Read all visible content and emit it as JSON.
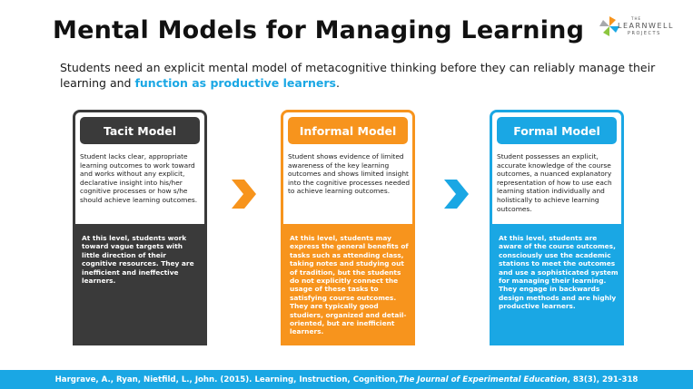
{
  "title": "Mental Models for Managing Learning",
  "logo": {
    "the": "THE",
    "name": "LEARNWELL",
    "sub": "PROJECTS",
    "icon": "pinwheel-logo-icon",
    "colors": [
      "#f7941d",
      "#1aa7e4",
      "#8dc63f",
      "#a7a9ac"
    ]
  },
  "intro": {
    "text": "Students need an explicit mental model of metacognitive thinking before they can reliably manage their learning and ",
    "highlight": "function as productive learners",
    "end": "."
  },
  "models": [
    {
      "name": "Tacit Model",
      "description": "Student lacks clear, appropriate learning outcomes to work toward and works without any explicit, declarative insight into his/her cognitive processes or how s/he should achieve learning outcomes.",
      "detail": "At this level, students work toward vague targets with little direction of their cognitive resources. They are inefficient and ineffective learners.",
      "color": "#3a3a3a"
    },
    {
      "name": "Informal Model",
      "description": "Student shows evidence of limited awareness of the key learning outcomes and shows limited insight into the cognitive processes needed to achieve learning outcomes.",
      "detail": "At this level, students may express the general benefits of tasks such as attending class, taking notes and studying out of tradition, but the students do not explicitly connect the usage of these tasks to satisfying course outcomes. They are typically good studiers, organized and detail-oriented, but are inefficient learners.",
      "color": "#f7941d"
    },
    {
      "name": "Formal Model",
      "description": "Student possesses an explicit, accurate knowledge of the course outcomes, a nuanced explanatory representation of how to use each learning station individually and holistically to achieve learning outcomes.",
      "detail": "At this level, students are aware of the course outcomes, consciously use the academic stations to meet the outcomes and use a sophisticated system for managing their learning. They engage in backwards design methods and are highly productive learners.",
      "color": "#1aa7e4"
    }
  ],
  "arrows": [
    {
      "icon": "chevron-right-icon",
      "color": "#f7941d"
    },
    {
      "icon": "chevron-right-icon",
      "color": "#1aa7e4"
    }
  ],
  "footer": {
    "pre": "Hargrave, A., Ryan, Nietfild, L., John. (2015). Learning, Instruction, Cognition, ",
    "journal": "The Journal of Experimental Education",
    "post": ", 83(3), 291-318"
  }
}
